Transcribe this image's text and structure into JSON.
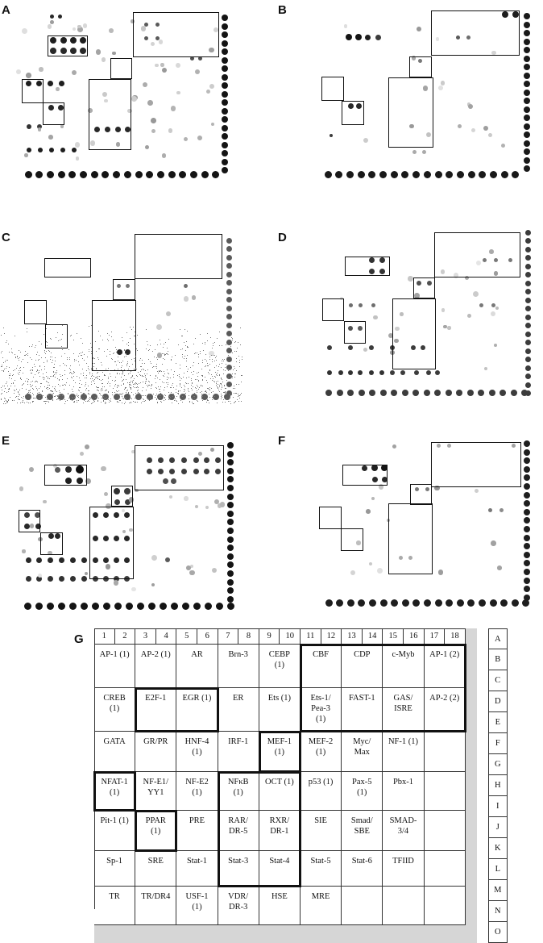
{
  "figure": {
    "panels": [
      {
        "letter": "A"
      },
      {
        "letter": "B"
      },
      {
        "letter": "C"
      },
      {
        "letter": "D"
      },
      {
        "letter": "E"
      },
      {
        "letter": "F"
      }
    ],
    "grid_panel": {
      "letter": "G",
      "column_numbers": [
        "1",
        "2",
        "3",
        "4",
        "5",
        "6",
        "7",
        "8",
        "9",
        "10",
        "11",
        "12",
        "13",
        "14",
        "15",
        "16",
        "17",
        "18"
      ],
      "row_letters": [
        "A",
        "B",
        "C",
        "D",
        "E",
        "F",
        "G",
        "H",
        "I",
        "J",
        "K",
        "L",
        "M",
        "N",
        "O"
      ],
      "rows": [
        [
          "AP-1 (1)",
          "AP-2 (1)",
          "AR",
          "Brn-3",
          "CEBP\n(1)",
          "CBF",
          "CDP",
          "c-Myb",
          "AP-1 (2)"
        ],
        [
          "CREB\n(1)",
          "E2F-1",
          "EGR (1)",
          "ER",
          "Ets (1)",
          "Ets-1/\nPea-3\n(1)",
          "FAST-1",
          "GAS/\nISRE",
          "AP-2 (2)"
        ],
        [
          "GATA",
          "GR/PR",
          "HNF-4\n(1)",
          "IRF-1",
          "MEF-1\n(1)",
          "MEF-2\n(1)",
          "Myc/\nMax",
          "NF-1 (1)",
          ""
        ],
        [
          "NFAT-1\n(1)",
          "NF-E1/\nYY1",
          "NF-E2\n(1)",
          "NFκB\n(1)",
          "OCT (1)",
          "p53 (1)",
          "Pax-5\n(1)",
          "Pbx-1",
          ""
        ],
        [
          "Pit-1 (1)",
          "PPAR\n(1)",
          "PRE",
          "RAR/\nDR-5",
          "RXR/\nDR-1",
          "SIE",
          "Smad/\nSBE",
          "SMAD-\n3/4",
          ""
        ],
        [
          "Sp-1",
          "SRE",
          "Stat-1",
          "Stat-3",
          "Stat-4",
          "Stat-5",
          "Stat-6",
          "TFIID",
          ""
        ],
        [
          "TR",
          "TR/DR4",
          "USF-1\n(1)",
          "VDR/\nDR-3",
          "HSE",
          "MRE",
          "",
          "",
          ""
        ]
      ]
    }
  }
}
